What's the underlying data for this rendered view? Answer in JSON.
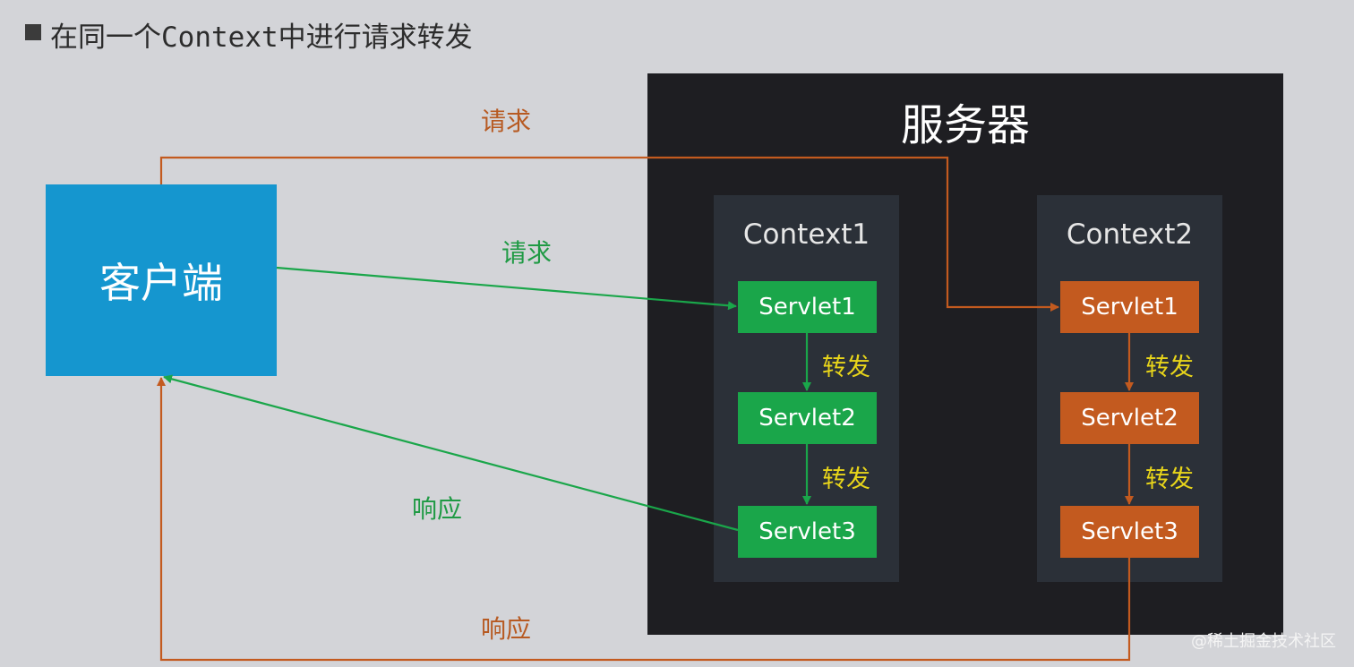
{
  "heading": "在同一个Context中进行请求转发",
  "client": {
    "label": "客户端"
  },
  "server": {
    "title": "服务器",
    "contexts": [
      {
        "name": "Context1",
        "servlets": [
          "Servlet1",
          "Servlet2",
          "Servlet3"
        ]
      },
      {
        "name": "Context2",
        "servlets": [
          "Servlet1",
          "Servlet2",
          "Servlet3"
        ]
      }
    ]
  },
  "labels": {
    "request_outer": "请求",
    "request_inner": "请求",
    "response_inner": "响应",
    "response_outer": "响应",
    "forward": "转发"
  },
  "colors": {
    "client": "#1596cf",
    "server_bg": "#1e1e22",
    "context_bg": "#2b3038",
    "green": "#1aa64a",
    "orange": "#c35a1f",
    "forward_text": "#e8d51a"
  },
  "watermark": "@稀土掘金技术社区"
}
